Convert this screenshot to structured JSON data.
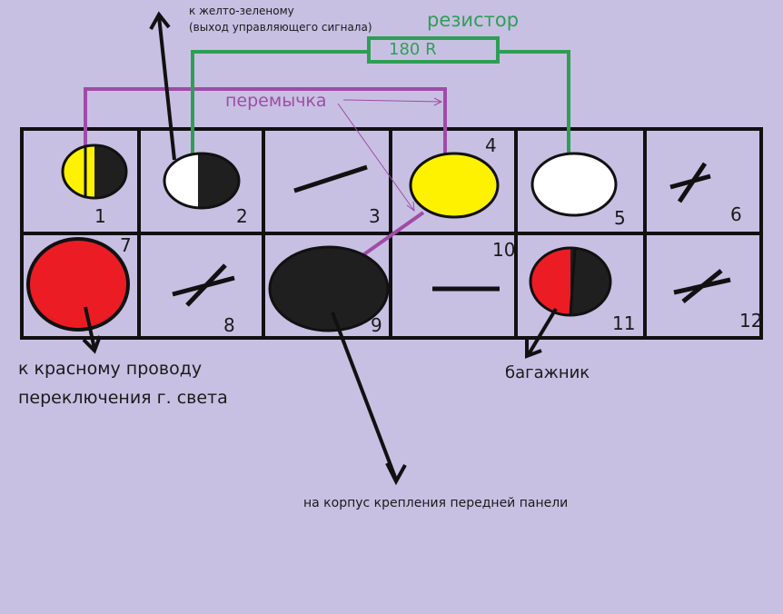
{
  "colors": {
    "background": "#c8c0e3",
    "grid": "#111111",
    "jumper": "#a04ba8",
    "resistor": "#2f9e55",
    "yellow": "#fff200",
    "red": "#ec1c24",
    "black": "#1f1f1f",
    "white": "#ffffff"
  },
  "labels": {
    "to_yellow_green_line1": "к желто-зеленому",
    "to_yellow_green_line2": "(выход управляющего сигнала)",
    "resistor_title": "резистор",
    "resistor_value": "180 R",
    "jumper": "перемычка",
    "to_red_wire_line1": "к красному проводу",
    "to_red_wire_line2": "переключения г. света",
    "trunk": "багажник",
    "to_panel_mount": "на корпус крепления передней панели"
  },
  "pins": [
    {
      "number": "1",
      "state": "yellow/black"
    },
    {
      "number": "2",
      "state": "white/black"
    },
    {
      "number": "3",
      "state": "unused"
    },
    {
      "number": "4",
      "state": "yellow"
    },
    {
      "number": "5",
      "state": "white"
    },
    {
      "number": "6",
      "state": "unused"
    },
    {
      "number": "7",
      "state": "red"
    },
    {
      "number": "8",
      "state": "unused"
    },
    {
      "number": "9",
      "state": "black"
    },
    {
      "number": "10",
      "state": "unused"
    },
    {
      "number": "11",
      "state": "red/black"
    },
    {
      "number": "12",
      "state": "unused"
    }
  ]
}
